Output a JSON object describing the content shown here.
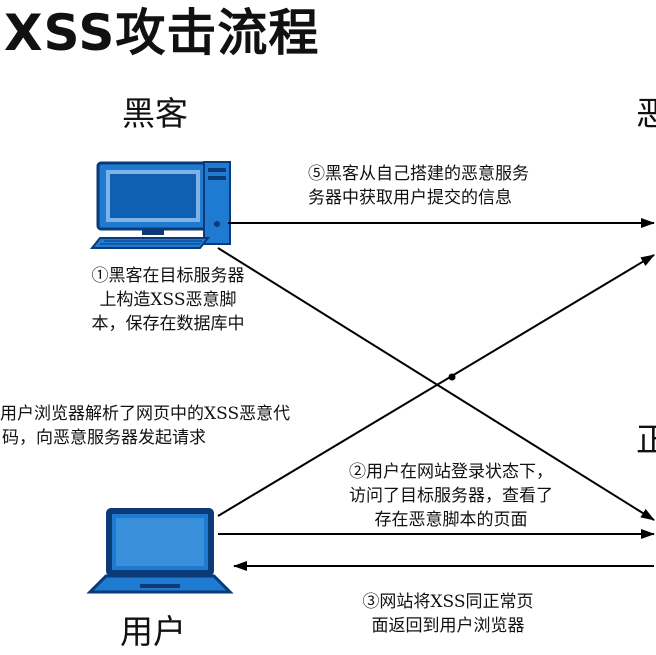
{
  "title": "XSS攻击流程",
  "actors": {
    "hacker": "黑客",
    "user": "用户",
    "evil_server_partial": "恶",
    "target_server_partial": "正"
  },
  "steps": {
    "step1": [
      "①黑客在目标服务器",
      "上构造XSS恶意脚",
      "本，保存在数据库中"
    ],
    "step2": [
      "②用户在网站登录状态下，",
      "访问了目标服务器，查看了",
      "存在恶意脚本的页面"
    ],
    "step3": [
      "③网站将XSS同正常页",
      "面返回到用户浏览器"
    ],
    "step4": [
      "用户浏览器解析了网页中的XSS恶意代",
      "码，向恶意服务器发起请求"
    ],
    "step5": [
      "⑤黑客从自己搭建的恶意服务",
      "务器中获取用户提交的信息"
    ]
  },
  "icons": [
    "desktop-computer-icon",
    "laptop-icon"
  ],
  "colors": {
    "monitor_blue": "#1f7bd1",
    "monitor_dark": "#0b3a78",
    "arrow": "#000000"
  }
}
